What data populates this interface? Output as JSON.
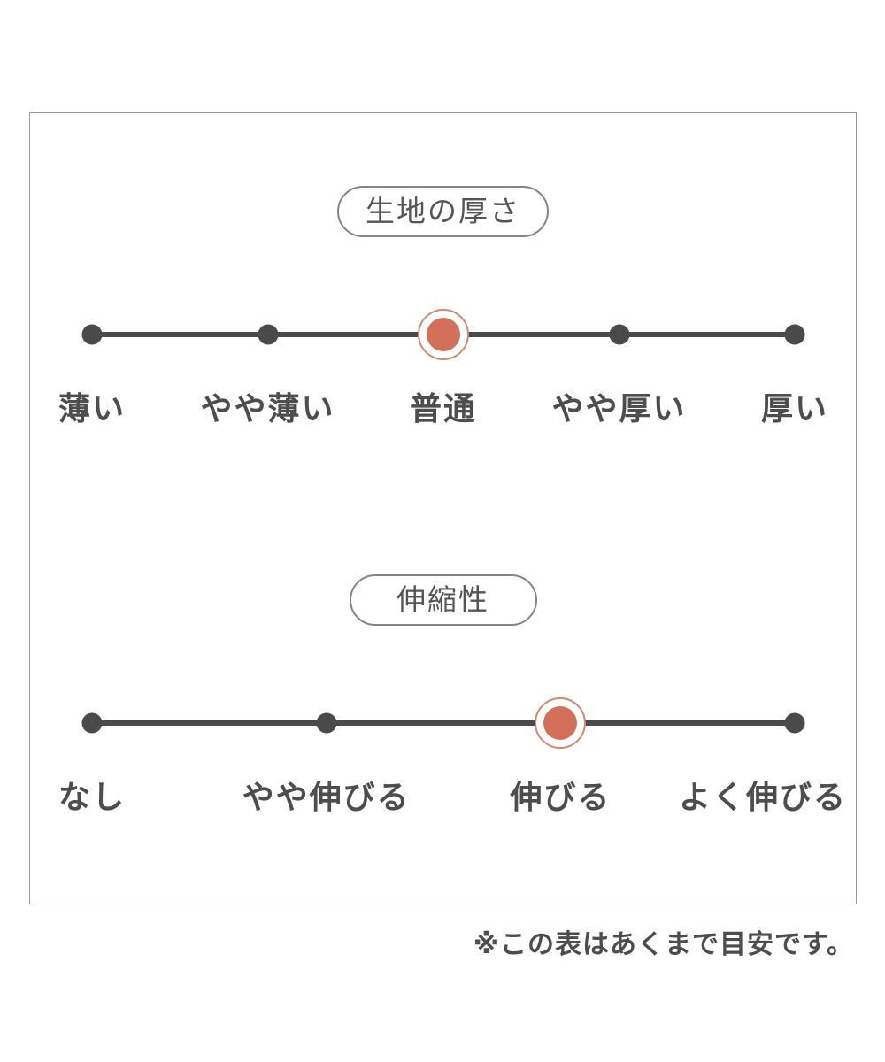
{
  "figure": {
    "footnote": "※この表はあくまで目安です。",
    "scales": [
      {
        "title": "生地の厚さ",
        "selected": "普通",
        "points": [
          {
            "label": "薄い",
            "active": false
          },
          {
            "label": "やや薄い",
            "active": false
          },
          {
            "label": "普通",
            "active": true
          },
          {
            "label": "やや厚い",
            "active": false
          },
          {
            "label": "厚い",
            "active": false
          }
        ]
      },
      {
        "title": "伸縮性",
        "selected": "伸びる",
        "points": [
          {
            "label": "なし",
            "active": false
          },
          {
            "label": "やや伸びる",
            "active": false
          },
          {
            "label": "伸びる",
            "active": true,
            "bold": true
          },
          {
            "label": "よく伸びる",
            "active": false,
            "label_align": "right"
          }
        ]
      }
    ],
    "colors": {
      "accent": "#d2705a",
      "accent_ring": "#d08a74",
      "track": "#4a4a4a",
      "text": "#4d4d4d",
      "box_border": "#9a9a9a"
    }
  }
}
